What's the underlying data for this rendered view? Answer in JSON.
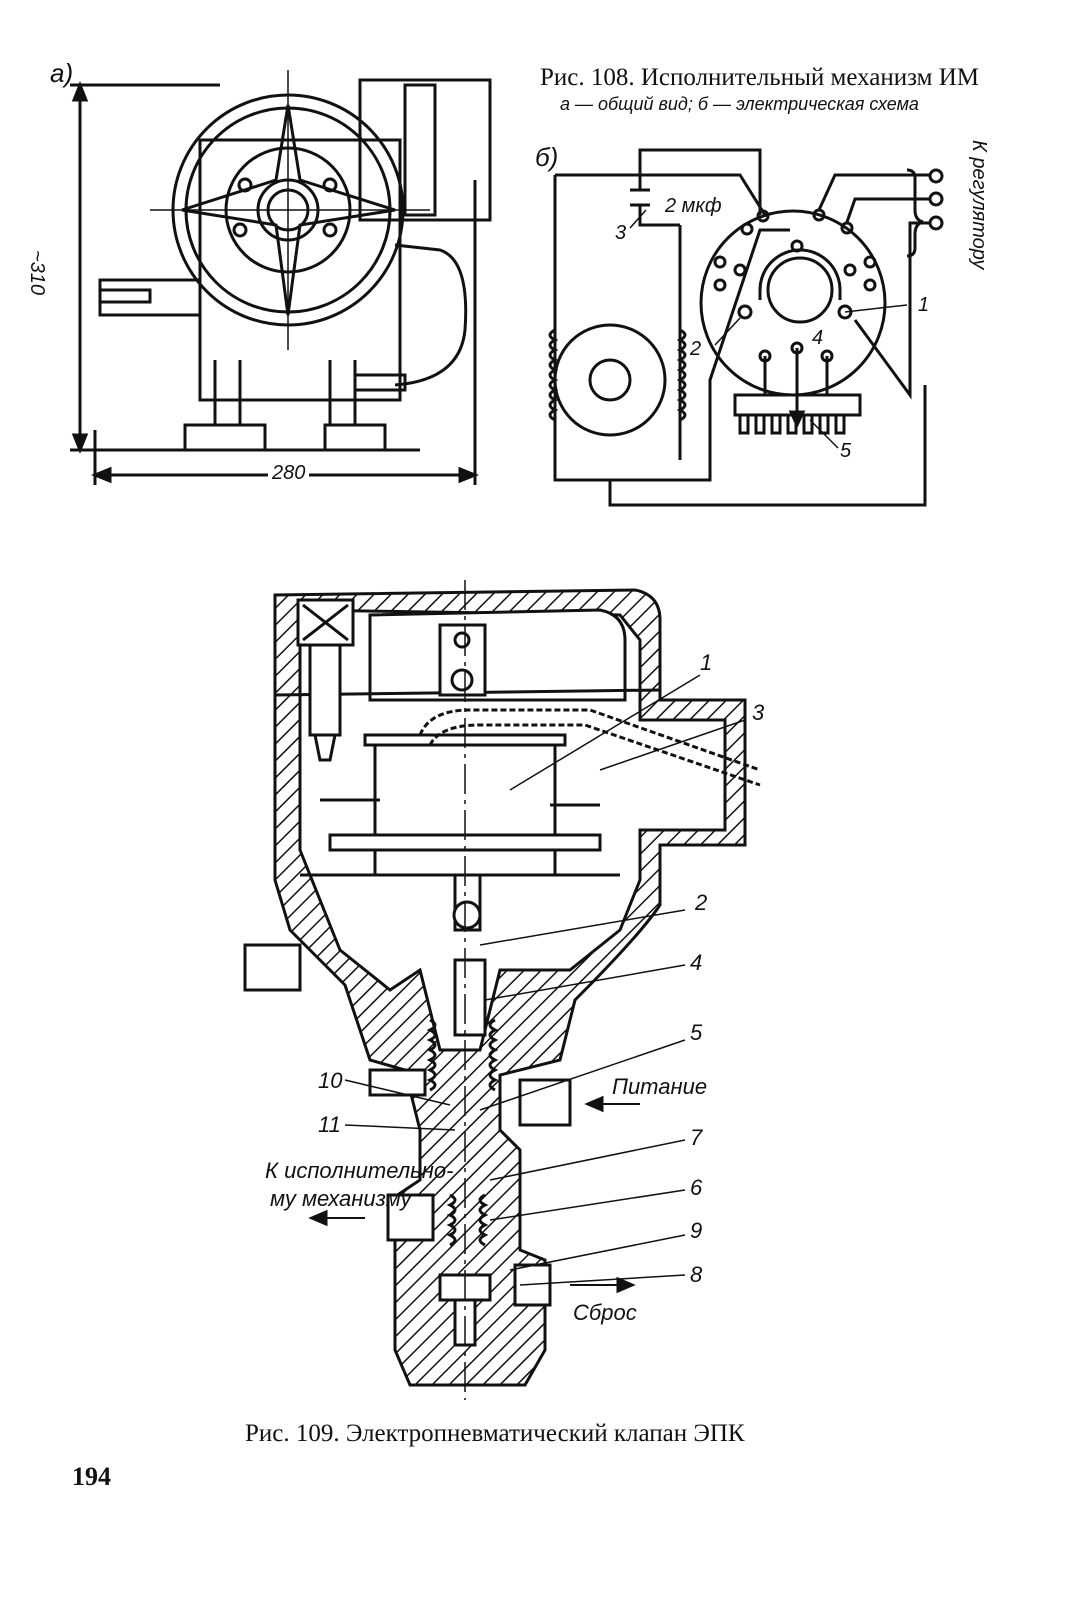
{
  "fig108": {
    "caption": "Рис. 108. Исполнительный механизм ИМ",
    "subcaption": "а — общий вид; б — электрическая схема",
    "panel_a": "а)",
    "panel_b": "б)",
    "dim_height": "~310",
    "dim_width": "280",
    "capacitor": "2 мкф",
    "to_regulator": "К регулятору",
    "labels": [
      "1",
      "2",
      "3",
      "4",
      "5"
    ]
  },
  "fig109": {
    "caption": "Рис. 109. Электропневматический клапан ЭПК",
    "supply": "Питание",
    "to_actuator_1": "К исполнительно-",
    "to_actuator_2": "му механизму",
    "exhaust": "Сброс",
    "labels": [
      "1",
      "2",
      "3",
      "4",
      "5",
      "6",
      "7",
      "8",
      "9",
      "10",
      "11"
    ]
  },
  "page_number": "194"
}
